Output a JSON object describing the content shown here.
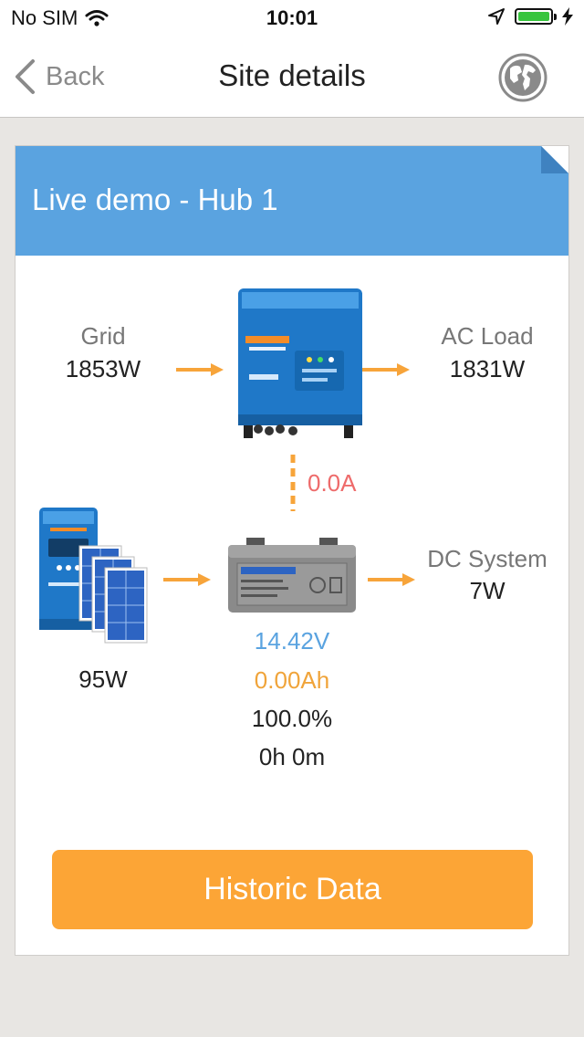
{
  "status_bar": {
    "carrier": "No SIM",
    "time": "10:01",
    "wifi_icon": "wifi-icon",
    "location_icon": "location-arrow-icon",
    "battery_icon": "battery-icon",
    "charging_icon": "bolt-icon"
  },
  "nav": {
    "back_label": "Back",
    "title": "Site details",
    "globe_icon": "globe-icon"
  },
  "site": {
    "title": "Live demo - Hub 1"
  },
  "grid": {
    "label": "Grid",
    "value": "1853W"
  },
  "ac_load": {
    "label": "AC Load",
    "value": "1831W"
  },
  "inverter_current": "0.0A",
  "solar": {
    "value": "95W"
  },
  "dc_system": {
    "label": "DC System",
    "value": "7W"
  },
  "battery": {
    "voltage": "14.42V",
    "consumed": "0.00Ah",
    "soc": "100.0%",
    "time_to_go": "0h 0m"
  },
  "historic_button_label": "Historic Data",
  "colors": {
    "accent_blue": "#5aa3e0",
    "accent_orange": "#fca536",
    "arrow_orange": "#f7a43a",
    "current_red": "#ee6b6b",
    "battery_charging_green": "#37c43d"
  }
}
